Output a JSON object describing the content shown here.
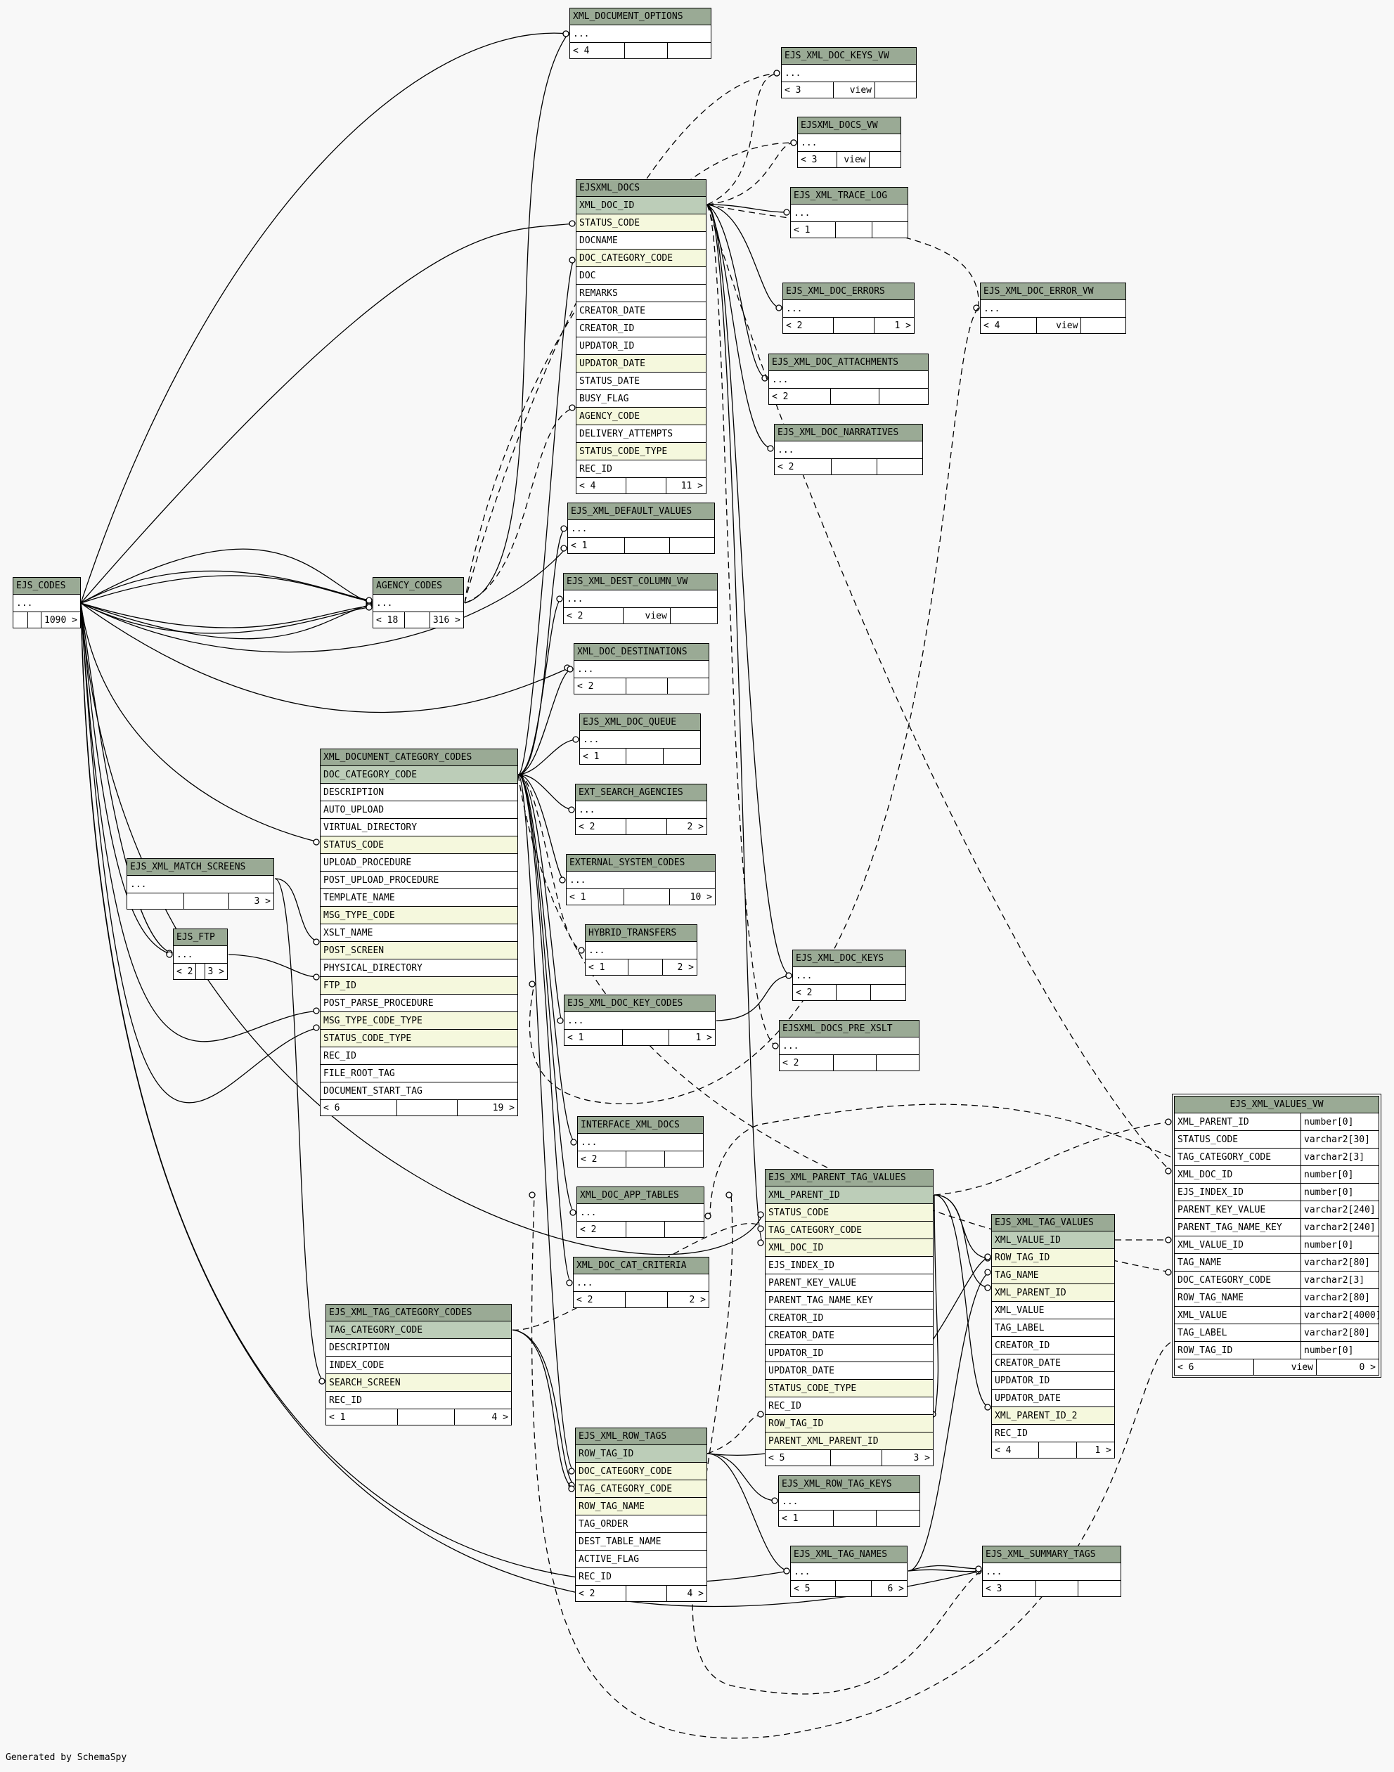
{
  "generated_by": "Generated by SchemaSpy",
  "tables": [
    {
      "id": "ejs_codes",
      "name": "EJS_CODES",
      "cols": [
        {
          "n": "..."
        }
      ],
      "ftr": [
        "",
        "",
        "1090 >"
      ]
    },
    {
      "id": "agency_codes",
      "name": "AGENCY_CODES",
      "cols": [
        {
          "n": "..."
        }
      ],
      "ftr": [
        "< 18",
        "",
        "316 >"
      ]
    },
    {
      "id": "xml_document_options",
      "name": "XML_DOCUMENT_OPTIONS",
      "cols": [
        {
          "n": "..."
        }
      ],
      "ftr": [
        "< 4",
        "",
        ""
      ]
    },
    {
      "id": "ejs_xml_doc_keys_vw",
      "name": "EJS_XML_DOC_KEYS_VW",
      "cols": [
        {
          "n": "..."
        }
      ],
      "ftr": [
        "< 3",
        "view",
        ""
      ]
    },
    {
      "id": "ejsxml_docs_vw",
      "name": "EJSXML_DOCS_VW",
      "cols": [
        {
          "n": "..."
        }
      ],
      "ftr": [
        "< 3",
        "view",
        ""
      ]
    },
    {
      "id": "ejsxml_docs",
      "name": "EJSXML_DOCS",
      "cols": [
        {
          "n": "XML_DOC_ID",
          "k": "pk"
        },
        {
          "n": "STATUS_CODE",
          "k": "fk"
        },
        {
          "n": "DOCNAME"
        },
        {
          "n": "DOC_CATEGORY_CODE",
          "k": "fk"
        },
        {
          "n": "DOC"
        },
        {
          "n": "REMARKS"
        },
        {
          "n": "CREATOR_DATE"
        },
        {
          "n": "CREATOR_ID"
        },
        {
          "n": "UPDATOR_ID"
        },
        {
          "n": "UPDATOR_DATE",
          "k": "fk"
        },
        {
          "n": "STATUS_DATE"
        },
        {
          "n": "BUSY_FLAG"
        },
        {
          "n": "AGENCY_CODE",
          "k": "fk"
        },
        {
          "n": "DELIVERY_ATTEMPTS"
        },
        {
          "n": "STATUS_CODE_TYPE",
          "k": "fk"
        },
        {
          "n": "REC_ID"
        }
      ],
      "ftr": [
        "< 4",
        "",
        "11 >"
      ]
    },
    {
      "id": "ejs_xml_trace_log",
      "name": "EJS_XML_TRACE_LOG",
      "cols": [
        {
          "n": "..."
        }
      ],
      "ftr": [
        "< 1",
        "",
        ""
      ]
    },
    {
      "id": "ejs_xml_doc_errors",
      "name": "EJS_XML_DOC_ERRORS",
      "cols": [
        {
          "n": "..."
        }
      ],
      "ftr": [
        "< 2",
        "",
        "1 >"
      ]
    },
    {
      "id": "ejs_xml_doc_error_vw",
      "name": "EJS_XML_DOC_ERROR_VW",
      "cols": [
        {
          "n": "..."
        }
      ],
      "ftr": [
        "< 4",
        "view",
        ""
      ]
    },
    {
      "id": "ejs_xml_doc_attachments",
      "name": "EJS_XML_DOC_ATTACHMENTS",
      "cols": [
        {
          "n": "..."
        }
      ],
      "ftr": [
        "< 2",
        "",
        ""
      ]
    },
    {
      "id": "ejs_xml_doc_narratives",
      "name": "EJS_XML_DOC_NARRATIVES",
      "cols": [
        {
          "n": "..."
        }
      ],
      "ftr": [
        "< 2",
        "",
        ""
      ]
    },
    {
      "id": "ejs_xml_default_values",
      "name": "EJS_XML_DEFAULT_VALUES",
      "cols": [
        {
          "n": "..."
        }
      ],
      "ftr": [
        "< 1",
        "",
        ""
      ]
    },
    {
      "id": "ejs_xml_dest_column_vw",
      "name": "EJS_XML_DEST_COLUMN_VW",
      "cols": [
        {
          "n": "..."
        }
      ],
      "ftr": [
        "< 2",
        "view",
        ""
      ]
    },
    {
      "id": "xml_doc_destinations",
      "name": "XML_DOC_DESTINATIONS",
      "cols": [
        {
          "n": "..."
        }
      ],
      "ftr": [
        "< 2",
        "",
        ""
      ]
    },
    {
      "id": "ejs_xml_doc_queue",
      "name": "EJS_XML_DOC_QUEUE",
      "cols": [
        {
          "n": "..."
        }
      ],
      "ftr": [
        "< 1",
        "",
        ""
      ]
    },
    {
      "id": "ext_search_agencies",
      "name": "EXT_SEARCH_AGENCIES",
      "cols": [
        {
          "n": "..."
        }
      ],
      "ftr": [
        "< 2",
        "",
        "2 >"
      ]
    },
    {
      "id": "external_system_codes",
      "name": "EXTERNAL_SYSTEM_CODES",
      "cols": [
        {
          "n": "..."
        }
      ],
      "ftr": [
        "< 1",
        "",
        "10 >"
      ]
    },
    {
      "id": "hybrid_transfers",
      "name": "HYBRID_TRANSFERS",
      "cols": [
        {
          "n": "..."
        }
      ],
      "ftr": [
        "< 1",
        "",
        "2 >"
      ]
    },
    {
      "id": "ejs_xml_doc_key_codes",
      "name": "EJS_XML_DOC_KEY_CODES",
      "cols": [
        {
          "n": "..."
        }
      ],
      "ftr": [
        "< 1",
        "",
        "1 >"
      ]
    },
    {
      "id": "ejs_xml_doc_keys",
      "name": "EJS_XML_DOC_KEYS",
      "cols": [
        {
          "n": "..."
        }
      ],
      "ftr": [
        "< 2",
        "",
        ""
      ]
    },
    {
      "id": "ejsxml_docs_pre_xslt",
      "name": "EJSXML_DOCS_PRE_XSLT",
      "cols": [
        {
          "n": "..."
        }
      ],
      "ftr": [
        "< 2",
        "",
        ""
      ]
    },
    {
      "id": "xml_document_category_codes",
      "name": "XML_DOCUMENT_CATEGORY_CODES",
      "cols": [
        {
          "n": "DOC_CATEGORY_CODE",
          "k": "pk"
        },
        {
          "n": "DESCRIPTION"
        },
        {
          "n": "AUTO_UPLOAD"
        },
        {
          "n": "VIRTUAL_DIRECTORY"
        },
        {
          "n": "STATUS_CODE",
          "k": "fk"
        },
        {
          "n": "UPLOAD_PROCEDURE"
        },
        {
          "n": "POST_UPLOAD_PROCEDURE"
        },
        {
          "n": "TEMPLATE_NAME"
        },
        {
          "n": "MSG_TYPE_CODE",
          "k": "fk"
        },
        {
          "n": "XSLT_NAME"
        },
        {
          "n": "POST_SCREEN",
          "k": "fk"
        },
        {
          "n": "PHYSICAL_DIRECTORY"
        },
        {
          "n": "FTP_ID",
          "k": "fk"
        },
        {
          "n": "POST_PARSE_PROCEDURE"
        },
        {
          "n": "MSG_TYPE_CODE_TYPE",
          "k": "fk"
        },
        {
          "n": "STATUS_CODE_TYPE",
          "k": "fk"
        },
        {
          "n": "REC_ID"
        },
        {
          "n": "FILE_ROOT_TAG"
        },
        {
          "n": "DOCUMENT_START_TAG"
        }
      ],
      "ftr": [
        "< 6",
        "",
        "19 >"
      ]
    },
    {
      "id": "ejs_xml_match_screens",
      "name": "EJS_XML_MATCH_SCREENS",
      "cols": [
        {
          "n": "..."
        }
      ],
      "ftr": [
        "",
        "",
        "3 >"
      ]
    },
    {
      "id": "ejs_ftp",
      "name": "EJS_FTP",
      "cols": [
        {
          "n": "..."
        }
      ],
      "ftr": [
        "< 2",
        "",
        "3 >"
      ]
    },
    {
      "id": "interface_xml_docs",
      "name": "INTERFACE_XML_DOCS",
      "cols": [
        {
          "n": "..."
        }
      ],
      "ftr": [
        "< 2",
        "",
        ""
      ]
    },
    {
      "id": "xml_doc_app_tables",
      "name": "XML_DOC_APP_TABLES",
      "cols": [
        {
          "n": "..."
        }
      ],
      "ftr": [
        "< 2",
        "",
        ""
      ]
    },
    {
      "id": "xml_doc_cat_criteria",
      "name": "XML_DOC_CAT_CRITERIA",
      "cols": [
        {
          "n": "..."
        }
      ],
      "ftr": [
        "< 2",
        "",
        "2 >"
      ]
    },
    {
      "id": "ejs_xml_parent_tag_values",
      "name": "EJS_XML_PARENT_TAG_VALUES",
      "cols": [
        {
          "n": "XML_PARENT_ID",
          "k": "pk"
        },
        {
          "n": "STATUS_CODE",
          "k": "fk"
        },
        {
          "n": "TAG_CATEGORY_CODE",
          "k": "fk"
        },
        {
          "n": "XML_DOC_ID",
          "k": "fk"
        },
        {
          "n": "EJS_INDEX_ID"
        },
        {
          "n": "PARENT_KEY_VALUE"
        },
        {
          "n": "PARENT_TAG_NAME_KEY"
        },
        {
          "n": "CREATOR_ID"
        },
        {
          "n": "CREATOR_DATE"
        },
        {
          "n": "UPDATOR_ID"
        },
        {
          "n": "UPDATOR_DATE"
        },
        {
          "n": "STATUS_CODE_TYPE",
          "k": "fk"
        },
        {
          "n": "REC_ID"
        },
        {
          "n": "ROW_TAG_ID",
          "k": "fk"
        },
        {
          "n": "PARENT_XML_PARENT_ID",
          "k": "fk"
        }
      ],
      "ftr": [
        "< 5",
        "",
        "3 >"
      ]
    },
    {
      "id": "ejs_xml_tag_values",
      "name": "EJS_XML_TAG_VALUES",
      "cols": [
        {
          "n": "XML_VALUE_ID",
          "k": "pk"
        },
        {
          "n": "ROW_TAG_ID",
          "k": "fk"
        },
        {
          "n": "TAG_NAME",
          "k": "fk"
        },
        {
          "n": "XML_PARENT_ID",
          "k": "fk"
        },
        {
          "n": "XML_VALUE"
        },
        {
          "n": "TAG_LABEL"
        },
        {
          "n": "CREATOR_ID"
        },
        {
          "n": "CREATOR_DATE"
        },
        {
          "n": "UPDATOR_ID"
        },
        {
          "n": "UPDATOR_DATE"
        },
        {
          "n": "XML_PARENT_ID_2",
          "k": "fk"
        },
        {
          "n": "REC_ID"
        }
      ],
      "ftr": [
        "< 4",
        "",
        "1 >"
      ]
    },
    {
      "id": "ejs_xml_values_vw",
      "name": "EJS_XML_VALUES_VW",
      "focus": true,
      "cols": [
        {
          "n": "XML_PARENT_ID",
          "t": "number[0]"
        },
        {
          "n": "STATUS_CODE",
          "t": "varchar2[30]"
        },
        {
          "n": "TAG_CATEGORY_CODE",
          "t": "varchar2[3]"
        },
        {
          "n": "XML_DOC_ID",
          "t": "number[0]"
        },
        {
          "n": "EJS_INDEX_ID",
          "t": "number[0]"
        },
        {
          "n": "PARENT_KEY_VALUE",
          "t": "varchar2[240]"
        },
        {
          "n": "PARENT_TAG_NAME_KEY",
          "t": "varchar2[240]"
        },
        {
          "n": "XML_VALUE_ID",
          "t": "number[0]"
        },
        {
          "n": "TAG_NAME",
          "t": "varchar2[80]"
        },
        {
          "n": "DOC_CATEGORY_CODE",
          "t": "varchar2[3]"
        },
        {
          "n": "ROW_TAG_NAME",
          "t": "varchar2[80]"
        },
        {
          "n": "XML_VALUE",
          "t": "varchar2[4000]"
        },
        {
          "n": "TAG_LABEL",
          "t": "varchar2[80]"
        },
        {
          "n": "ROW_TAG_ID",
          "t": "number[0]"
        }
      ],
      "ftr": [
        "< 6",
        "view",
        "0 >"
      ]
    },
    {
      "id": "ejs_xml_tag_category_codes",
      "name": "EJS_XML_TAG_CATEGORY_CODES",
      "cols": [
        {
          "n": "TAG_CATEGORY_CODE",
          "k": "pk"
        },
        {
          "n": "DESCRIPTION"
        },
        {
          "n": "INDEX_CODE"
        },
        {
          "n": "SEARCH_SCREEN",
          "k": "fk"
        },
        {
          "n": "REC_ID"
        }
      ],
      "ftr": [
        "< 1",
        "",
        "4 >"
      ]
    },
    {
      "id": "ejs_xml_row_tags",
      "name": "EJS_XML_ROW_TAGS",
      "cols": [
        {
          "n": "ROW_TAG_ID",
          "k": "pk"
        },
        {
          "n": "DOC_CATEGORY_CODE",
          "k": "fk"
        },
        {
          "n": "TAG_CATEGORY_CODE",
          "k": "fk"
        },
        {
          "n": "ROW_TAG_NAME",
          "k": "fk"
        },
        {
          "n": "TAG_ORDER"
        },
        {
          "n": "DEST_TABLE_NAME"
        },
        {
          "n": "ACTIVE_FLAG"
        },
        {
          "n": "REC_ID"
        }
      ],
      "ftr": [
        "< 2",
        "",
        "4 >"
      ]
    },
    {
      "id": "ejs_xml_row_tag_keys",
      "name": "EJS_XML_ROW_TAG_KEYS",
      "cols": [
        {
          "n": "..."
        }
      ],
      "ftr": [
        "< 1",
        "",
        ""
      ]
    },
    {
      "id": "ejs_xml_tag_names",
      "name": "EJS_XML_TAG_NAMES",
      "cols": [
        {
          "n": "..."
        }
      ],
      "ftr": [
        "< 5",
        "",
        "6 >"
      ]
    },
    {
      "id": "ejs_xml_summary_tags",
      "name": "EJS_XML_SUMMARY_TAGS",
      "cols": [
        {
          "n": "..."
        }
      ],
      "ftr": [
        "< 3",
        "",
        ""
      ]
    }
  ]
}
